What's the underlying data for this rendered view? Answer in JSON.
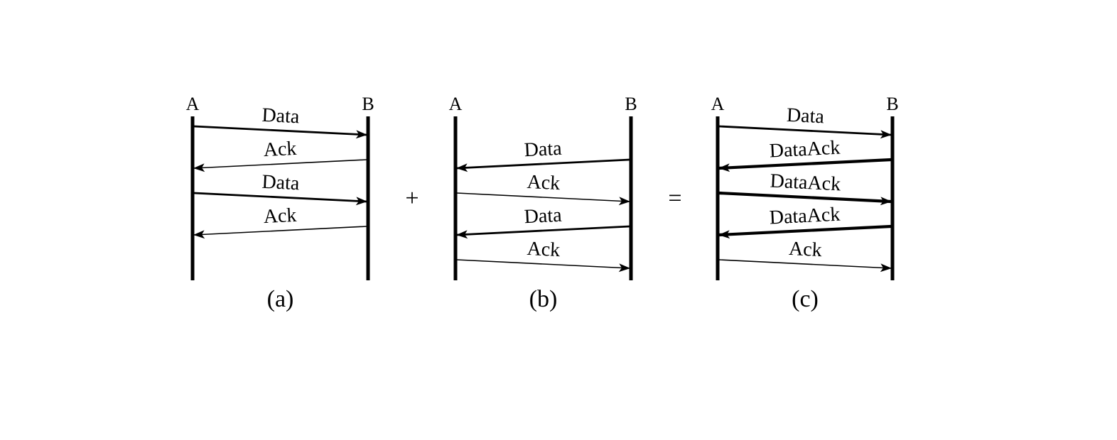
{
  "operators": [
    "+",
    "="
  ],
  "panels": [
    {
      "id": "a",
      "caption": "(a)",
      "left_label": "A",
      "right_label": "B",
      "messages": [
        {
          "label": "Data",
          "direction": "right",
          "weight": "bold"
        },
        {
          "label": "Ack",
          "direction": "left",
          "weight": "thin"
        },
        {
          "label": "Data",
          "direction": "right",
          "weight": "bold"
        },
        {
          "label": "Ack",
          "direction": "left",
          "weight": "thin"
        }
      ]
    },
    {
      "id": "b",
      "caption": "(b)",
      "left_label": "A",
      "right_label": "B",
      "messages": [
        {
          "label": "Data",
          "direction": "left",
          "weight": "bold"
        },
        {
          "label": "Ack",
          "direction": "right",
          "weight": "thin"
        },
        {
          "label": "Data",
          "direction": "left",
          "weight": "bold"
        },
        {
          "label": "Ack",
          "direction": "right",
          "weight": "thin"
        }
      ]
    },
    {
      "id": "c",
      "caption": "(c)",
      "left_label": "A",
      "right_label": "B",
      "messages": [
        {
          "label": "Data",
          "direction": "right",
          "weight": "bold"
        },
        {
          "label": "DataAck",
          "direction": "left",
          "weight": "heavy"
        },
        {
          "label": "DataAck",
          "direction": "right",
          "weight": "heavy"
        },
        {
          "label": "DataAck",
          "direction": "left",
          "weight": "heavy"
        },
        {
          "label": "Ack",
          "direction": "right",
          "weight": "thin"
        }
      ]
    }
  ]
}
